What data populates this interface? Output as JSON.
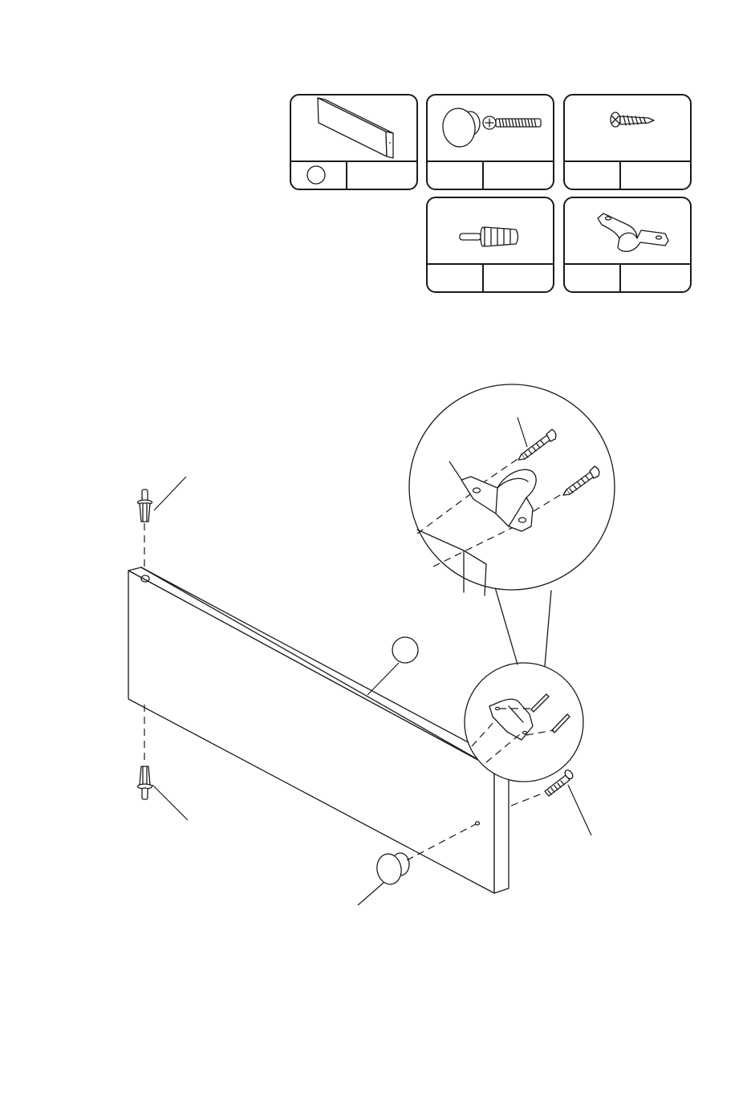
{
  "parts_legend": [
    {
      "id": "part-drawer-front-panel",
      "icon": "panel-icon"
    },
    {
      "id": "part-knob-with-screw",
      "icon": "knob-screw-icon"
    },
    {
      "id": "part-wood-screw",
      "icon": "wood-screw-icon"
    },
    {
      "id": "part-plastic-dowel",
      "icon": "dowel-icon"
    },
    {
      "id": "part-metal-bracket",
      "icon": "bracket-icon"
    }
  ],
  "colors": {
    "ink": "#1a1a1a",
    "paper": "#ffffff"
  }
}
